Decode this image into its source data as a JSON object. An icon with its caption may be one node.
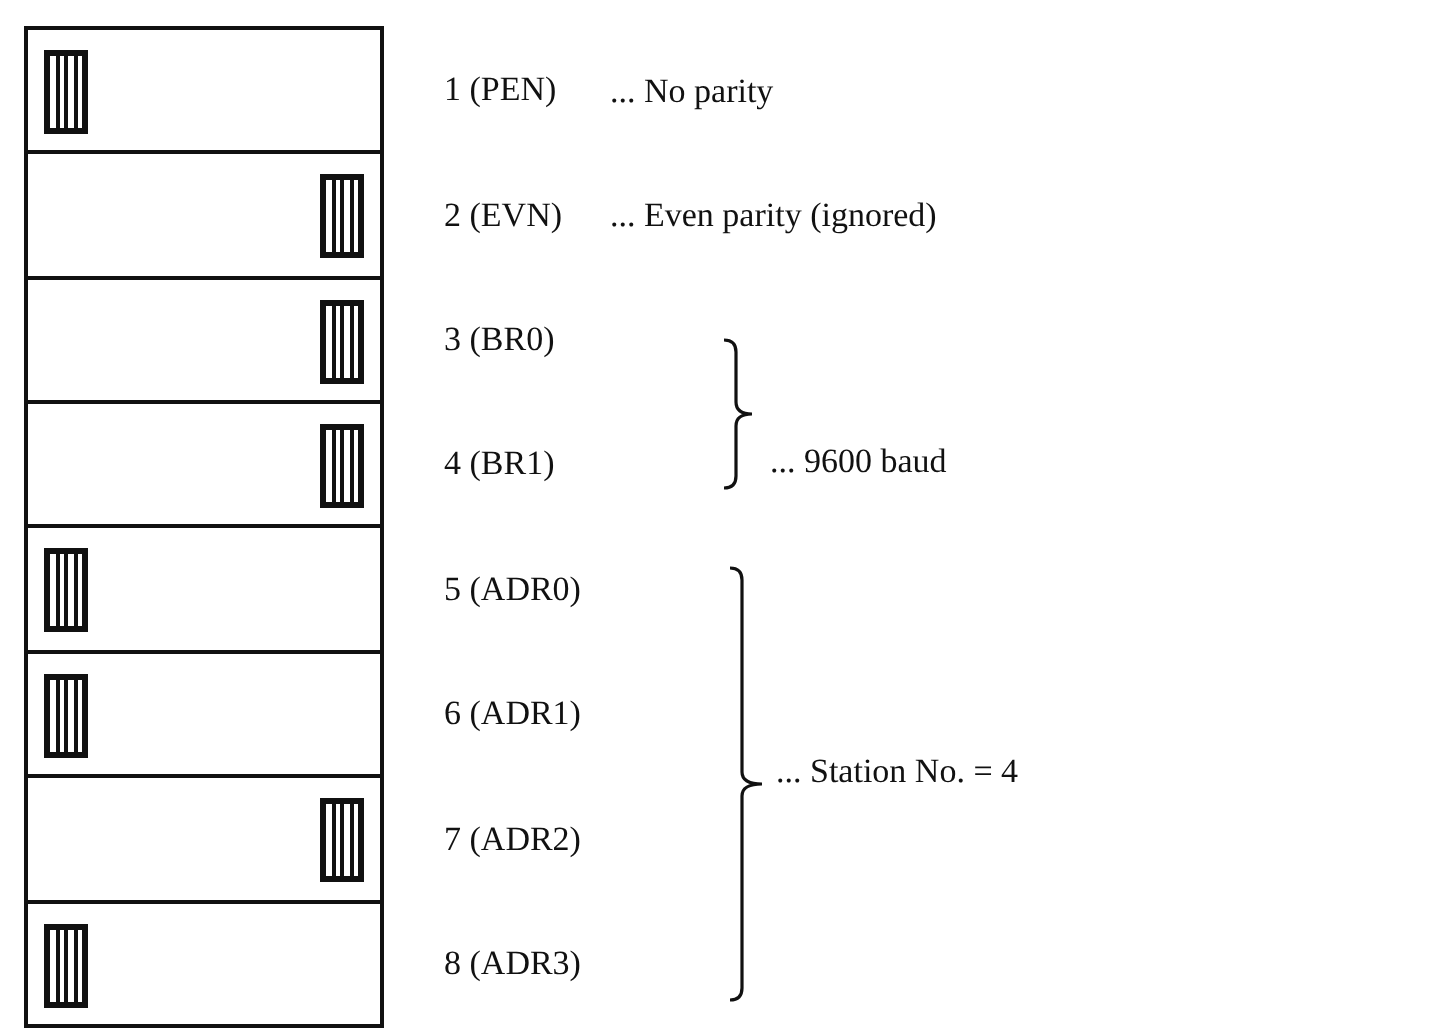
{
  "diagram": {
    "nodes": [
      {
        "text": [],
        "shape": "box",
        "beside": [
          "1 (PEN)"
        ]
      },
      {
        "text": [],
        "shape": "box",
        "beside": [
          "2 (EVN)"
        ]
      },
      {
        "text": [],
        "shape": "box",
        "beside": [
          "3 (BR0)"
        ]
      },
      {
        "text": [],
        "shape": "box",
        "beside": [
          "4 (BR1)"
        ]
      },
      {
        "text": [],
        "shape": "box",
        "beside": [
          "5 (ADR0)"
        ]
      },
      {
        "text": [],
        "shape": "box",
        "beside": [
          "6 (ADR1)"
        ]
      },
      {
        "text": [],
        "shape": "box",
        "beside": [
          "7 (ADR2)"
        ]
      },
      {
        "text": [],
        "shape": "box",
        "beside": [
          "8 (ADR3)"
        ]
      }
    ],
    "labels": [
      "... No parity",
      "... Even parity (ignored)",
      "... 9600 baud",
      "... Station No. = 4"
    ]
  }
}
